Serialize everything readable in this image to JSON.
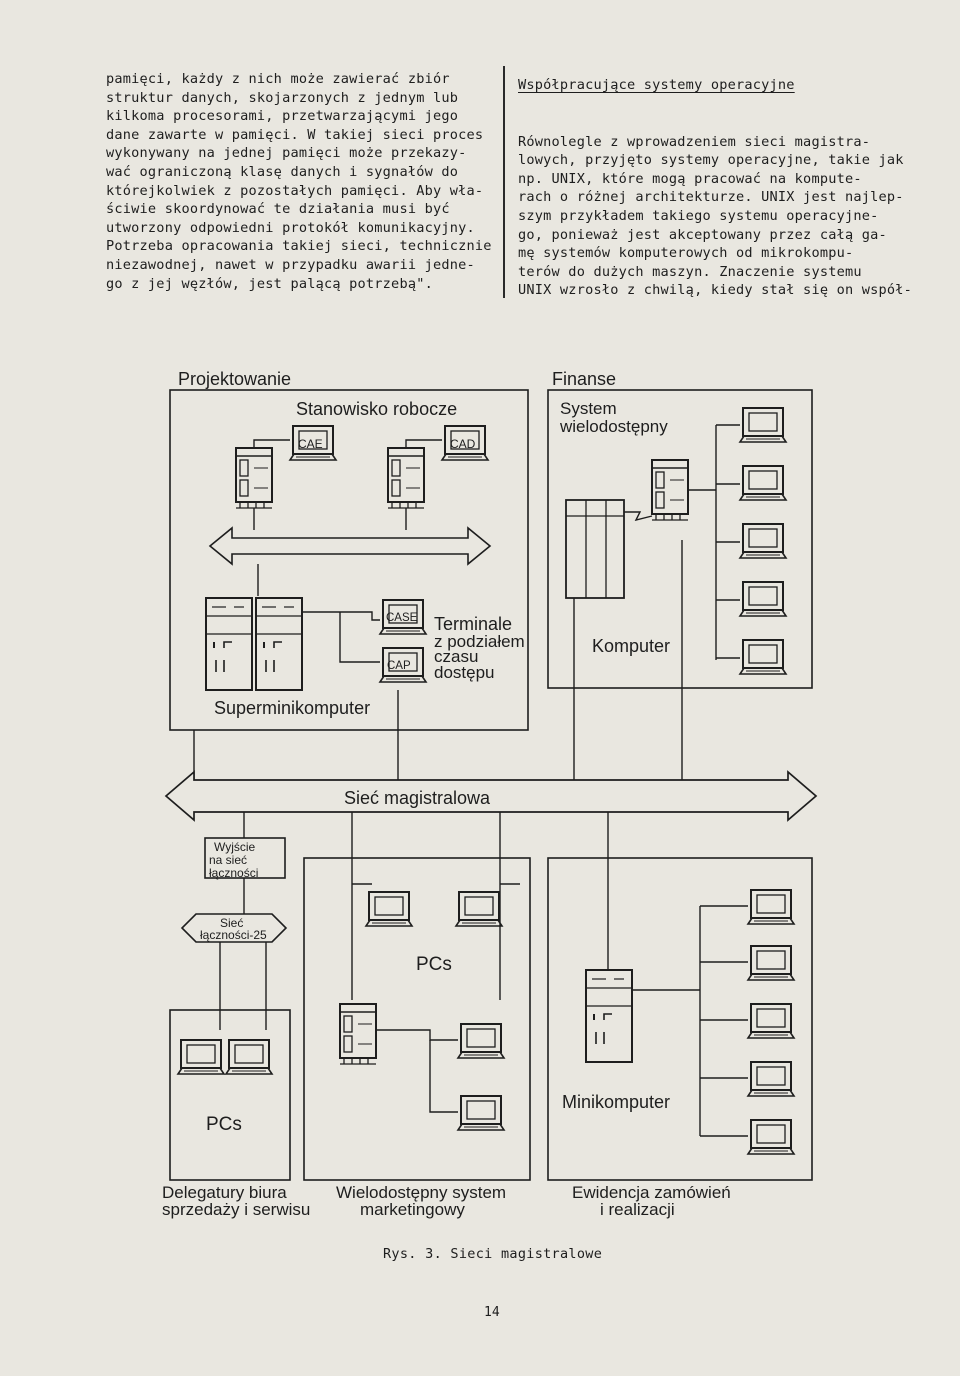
{
  "left_column": {
    "lines": [
      "pamięci, każdy z nich może zawierać zbiór",
      "struktur danych, skojarzonych z jednym lub",
      "kilkoma procesorami, przetwarzającymi jego",
      "dane zawarte w pamięci. W takiej sieci proces",
      "wykonywany na jednej pamięci może przekazy-",
      "wać ograniczoną klasę danych i sygnałów do",
      "którejkolwiek z pozostałych pamięci. Aby wła-",
      "ściwie skoordynować te działania musi być",
      "utworzony odpowiedni protokół komunikacyjny.",
      "Potrzeba opracowania takiej sieci, technicznie",
      "niezawodnej, nawet w przypadku awarii jedne-",
      "go z jej węzłów, jest palącą potrzebą\"."
    ]
  },
  "right_column": {
    "heading": "Współpracujące systemy operacyjne",
    "lines": [
      "Równolegle z wprowadzeniem sieci magistra-",
      "lowych, przyjęto systemy operacyjne, takie jak",
      "np. UNIX, które mogą pracować na kompute-",
      "rach o różnej architekturze. UNIX jest najlep-",
      "szym przykładem takiego systemu operacyjne-",
      "go, ponieważ jest akceptowany przez całą ga-",
      "mę systemów komputerowych od mikrokompu-",
      "terów do dużych maszyn. Znaczenie systemu",
      "UNIX wzrosło z chwilą, kiedy stał się on współ-"
    ]
  },
  "diagram": {
    "projektowanie": "Projektowanie",
    "stanowisko": "Stanowisko robocze",
    "cae": "CAE",
    "cad": "CAD",
    "case": "CASE",
    "cap": "CAP",
    "terminale": [
      "Terminale",
      "z podziałem",
      "czasu",
      "dostępu"
    ],
    "superminikomputer": "Superminikomputer",
    "finanse": "Finanse",
    "system_wielodostepny": [
      "System",
      "wielodostępny"
    ],
    "komputer": "Komputer",
    "siec_magistralowa": "Sieć magistralowa",
    "wyjscie": [
      "Wyjście",
      "na sieć",
      "łączności"
    ],
    "siec_lacznosci": [
      "Sieć",
      "łączności-25"
    ],
    "pcs_middle": "PCs",
    "pcs_left": "PCs",
    "minikomputer": "Minikomputer",
    "delegatury": [
      "Delegatury biura",
      "sprzedaży i serwisu"
    ],
    "wielodostepny_marketing": [
      "Wielodostępny system",
      "marketingowy"
    ],
    "ewidencja": [
      "Ewidencja zamówień",
      "i realizacji"
    ]
  },
  "caption": "Rys. 3. Sieci magistralowe",
  "page_number": "14"
}
